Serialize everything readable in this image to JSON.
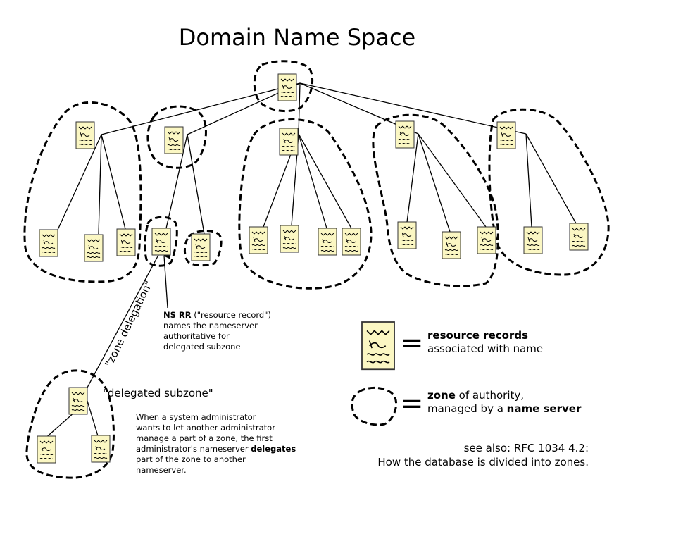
{
  "title": "Domain Name Space",
  "annotations": {
    "zone_delegation": "\"zone delegation\"",
    "ns_rr_bold": "NS RR",
    "ns_rr_line1_rest": " (\"resource record\")",
    "ns_rr_line2": "names the nameserver",
    "ns_rr_line3": "authoritative for",
    "ns_rr_line4": "delegated subzone",
    "delegated_subzone": "\"delegated subzone\"",
    "admin_line1": "When a system administrator",
    "admin_line2": "wants to let another administrator",
    "admin_line3": "manage a part of a zone, the first",
    "admin_line4_pre": "administrator's nameserver ",
    "admin_line4_bold": "delegates",
    "admin_line5": "part of the zone to another",
    "admin_line6": "nameserver."
  },
  "legend": {
    "rr_bold": "resource records",
    "rr_rest": "associated with name",
    "equals": "=",
    "zone_bold": "zone",
    "zone_rest": " of authority,",
    "zone_line2_pre": "managed by a ",
    "zone_line2_bold": "name server"
  },
  "see_also": {
    "line1": "see also: RFC 1034 4.2:",
    "line2": "How the database is divided into zones."
  },
  "colors": {
    "record_fill": "#fbf7c3",
    "record_stroke": "#333333",
    "zone_stroke": "#000000"
  },
  "icons": [
    "resource-record-icon",
    "zone-outline-icon"
  ]
}
